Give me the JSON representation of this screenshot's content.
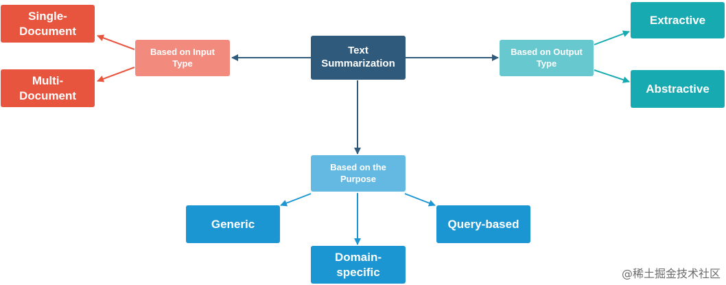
{
  "colors": {
    "root": "#2f5a7b",
    "input_type": "#f28b7e",
    "input_leaf": "#e8553f",
    "output_type": "#67c8cf",
    "output_leaf": "#17aab1",
    "purpose": "#63b9e2",
    "purpose_leaf": "#1b96d2",
    "edge_root": "#2f5a7b"
  },
  "nodes": {
    "root": "Text\nSummarization",
    "input_type": "Based on Input\nType",
    "single_document": "Single-\nDocument",
    "multi_document": "Multi-\nDocument",
    "output_type": "Based on Output\nType",
    "extractive": "Extractive",
    "abstractive": "Abstractive",
    "purpose": "Based on the\nPurpose",
    "generic": "Generic",
    "domain_specific": "Domain-\nspecific",
    "query_based": "Query-based"
  },
  "watermark": "@稀土掘金技术社区"
}
